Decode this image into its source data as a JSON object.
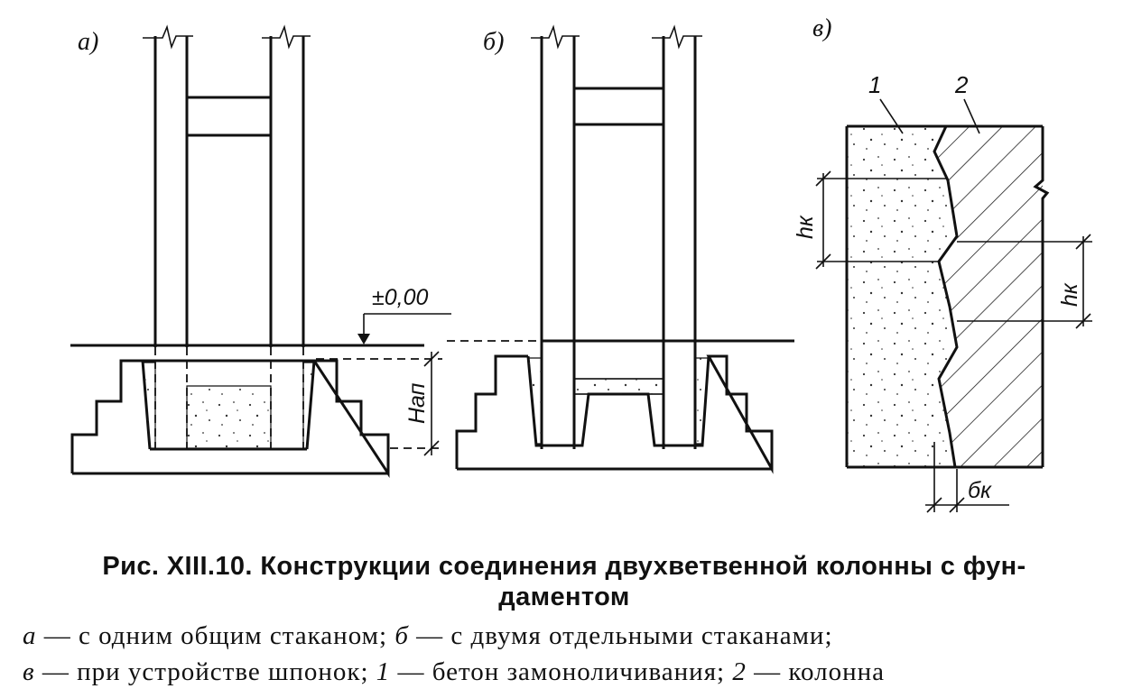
{
  "panels": {
    "a": {
      "label": "а)",
      "level_mark": "±0,00",
      "dim": "Нап"
    },
    "b": {
      "label": "б)"
    },
    "c": {
      "label": "в)",
      "callout_1": "1",
      "callout_2": "2",
      "dim_left": "hк",
      "dim_right": "hк",
      "dim_bottom": "бк"
    }
  },
  "caption": {
    "title_line1": "Рис. XIII.10. Конструкции соединения двухветвенной колонны с фун-",
    "title_line2": "даментом",
    "line1": {
      "a": "а",
      "a_text": " — с одним общим стаканом; ",
      "b": "б",
      "b_text": " — с двумя отдельными стаканами;"
    },
    "line2": {
      "c": "в",
      "c_text": " — при устройстве шпонок; ",
      "one": "1",
      "one_text": " — бетон замоноличивания; ",
      "two": "2",
      "two_text": " — колонна"
    }
  }
}
